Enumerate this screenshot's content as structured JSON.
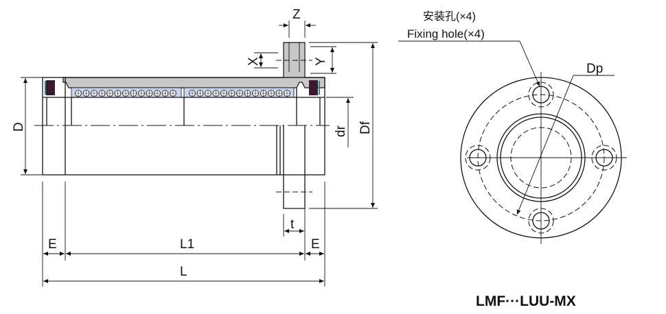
{
  "title": "LMF···LUU-MX",
  "side_view": {
    "dimensions": {
      "Z": "Z",
      "X": "X",
      "Y": "Y",
      "D": "D",
      "dr": "dr",
      "Df": "Df",
      "t": "t",
      "E_left": "E",
      "L1": "L1",
      "E_right": "E",
      "L": "L"
    }
  },
  "front_view": {
    "hole_label_cn": "安装孔(×4)",
    "hole_label_en": "Fixing hole(×4)",
    "pcd_label": "Dp"
  },
  "colors": {
    "housing": "#c8c8c8",
    "retainer": "#c9d3ee",
    "seal": "#3a1a33",
    "seal_ring": "#2a8a80"
  }
}
